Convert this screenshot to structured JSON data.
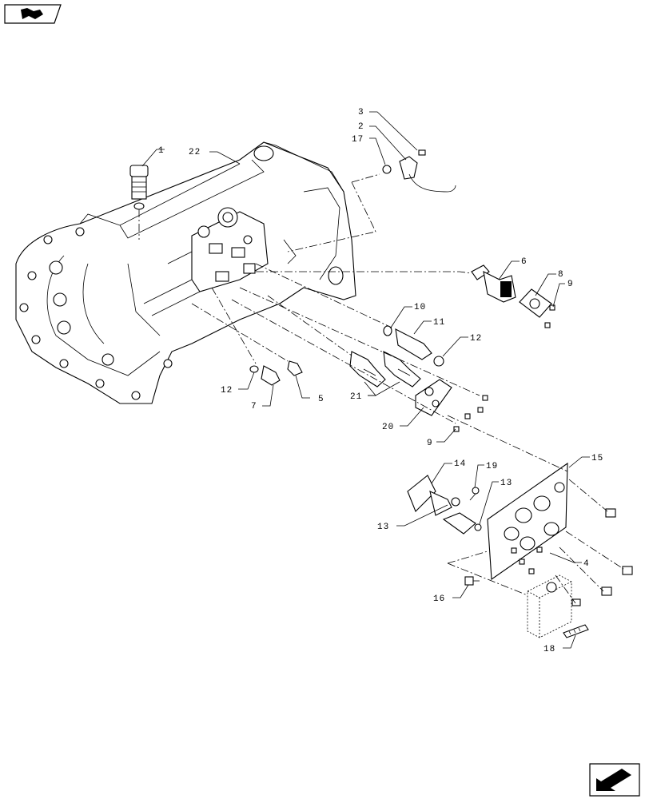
{
  "callouts": [
    {
      "id": "c1",
      "text": "1"
    },
    {
      "id": "c2",
      "text": "2"
    },
    {
      "id": "c3",
      "text": "3"
    },
    {
      "id": "c4",
      "text": "4"
    },
    {
      "id": "c5",
      "text": "5"
    },
    {
      "id": "c6",
      "text": "6"
    },
    {
      "id": "c7",
      "text": "7"
    },
    {
      "id": "c8",
      "text": "8"
    },
    {
      "id": "c9a",
      "text": "9"
    },
    {
      "id": "c9b",
      "text": "9"
    },
    {
      "id": "c10",
      "text": "10"
    },
    {
      "id": "c11",
      "text": "11"
    },
    {
      "id": "c12a",
      "text": "12"
    },
    {
      "id": "c12b",
      "text": "12"
    },
    {
      "id": "c13a",
      "text": "13"
    },
    {
      "id": "c13b",
      "text": "13"
    },
    {
      "id": "c14",
      "text": "14"
    },
    {
      "id": "c15",
      "text": "15"
    },
    {
      "id": "c16",
      "text": "16"
    },
    {
      "id": "c17",
      "text": "17"
    },
    {
      "id": "c18",
      "text": "18"
    },
    {
      "id": "c19",
      "text": "19"
    },
    {
      "id": "c20",
      "text": "20"
    },
    {
      "id": "c21",
      "text": "21"
    },
    {
      "id": "c22",
      "text": "22"
    }
  ],
  "icons": {
    "top_left": "book-icon",
    "bottom_right": "navigate-arrow-icon"
  }
}
